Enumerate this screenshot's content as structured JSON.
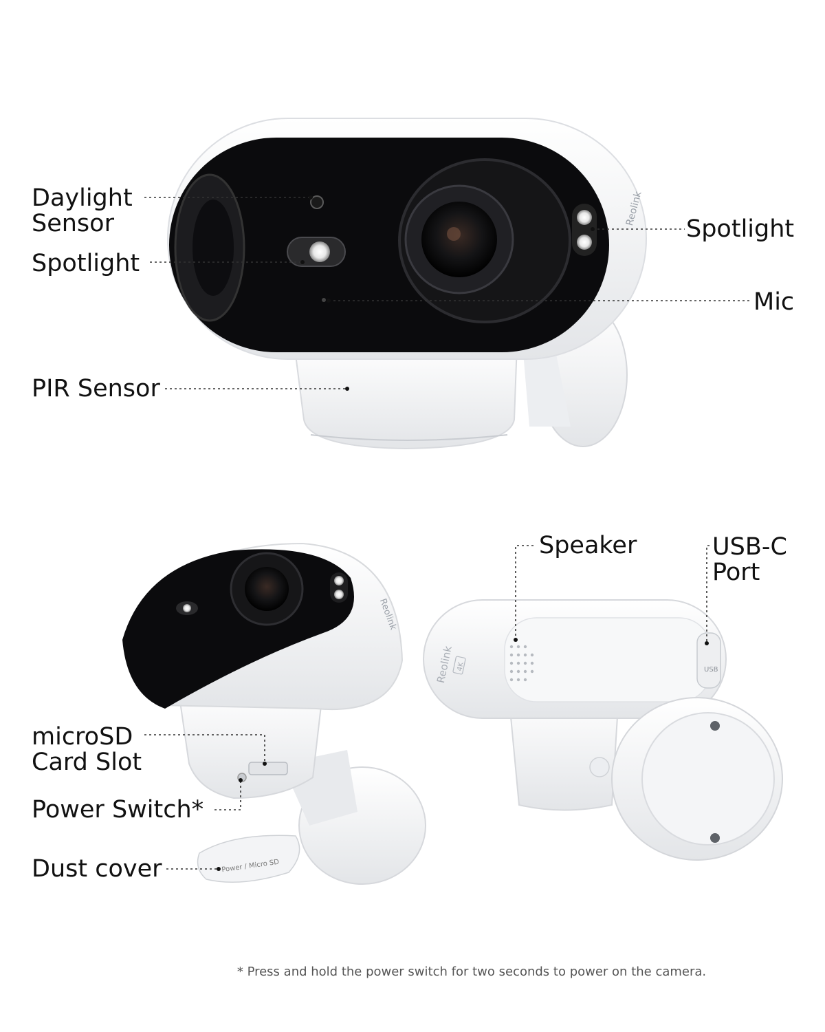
{
  "labels": {
    "daylight_sensor": [
      "Daylight",
      "Sensor"
    ],
    "spotlight_left": "Spotlight",
    "spotlight_right": "Spotlight",
    "mic": "Mic",
    "pir_sensor": "PIR Sensor",
    "speaker": "Speaker",
    "usb_c_port": [
      "USB-C",
      "Port"
    ],
    "microsd_card_slot": [
      "microSD",
      "Card Slot"
    ],
    "power_switch": "Power Switch*",
    "dust_cover": "Dust cover"
  },
  "device_marks": {
    "brand": "Reolink",
    "badge": "4K",
    "usb_port": "USB",
    "dust_cover_text": "Power / Micro SD"
  },
  "footnote": "* Press and hold the power switch for two seconds to power on the camera.",
  "colors": {
    "camera_front": "#0a0a0c",
    "camera_body": "#f4f5f7",
    "leader_line": "#333333",
    "text": "#111111",
    "note": "#555555"
  }
}
